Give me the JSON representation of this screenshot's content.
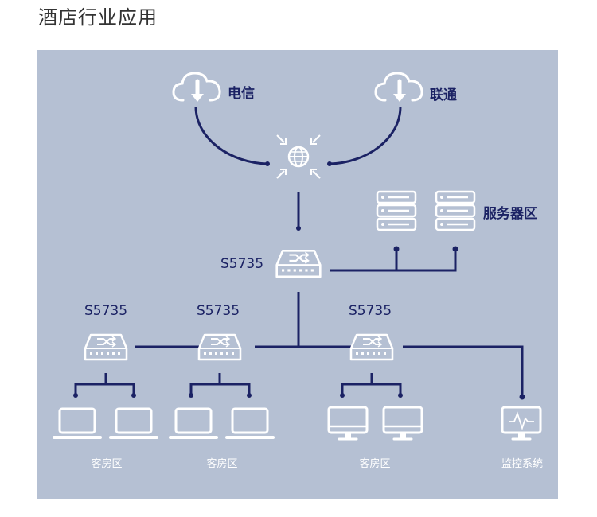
{
  "title": "酒店行业应用",
  "isp": {
    "telecom": "电信",
    "unicom": "联通"
  },
  "server_area": "服务器区",
  "core_switch": "S5735",
  "access_switches": [
    "S5735",
    "S5735",
    "S5735"
  ],
  "rooms": [
    "客房区",
    "客房区",
    "客房区"
  ],
  "monitor": "监控系统",
  "colors": {
    "panel": "#b5c0d3",
    "line": "#1b2264",
    "icon": "#ffffff"
  }
}
